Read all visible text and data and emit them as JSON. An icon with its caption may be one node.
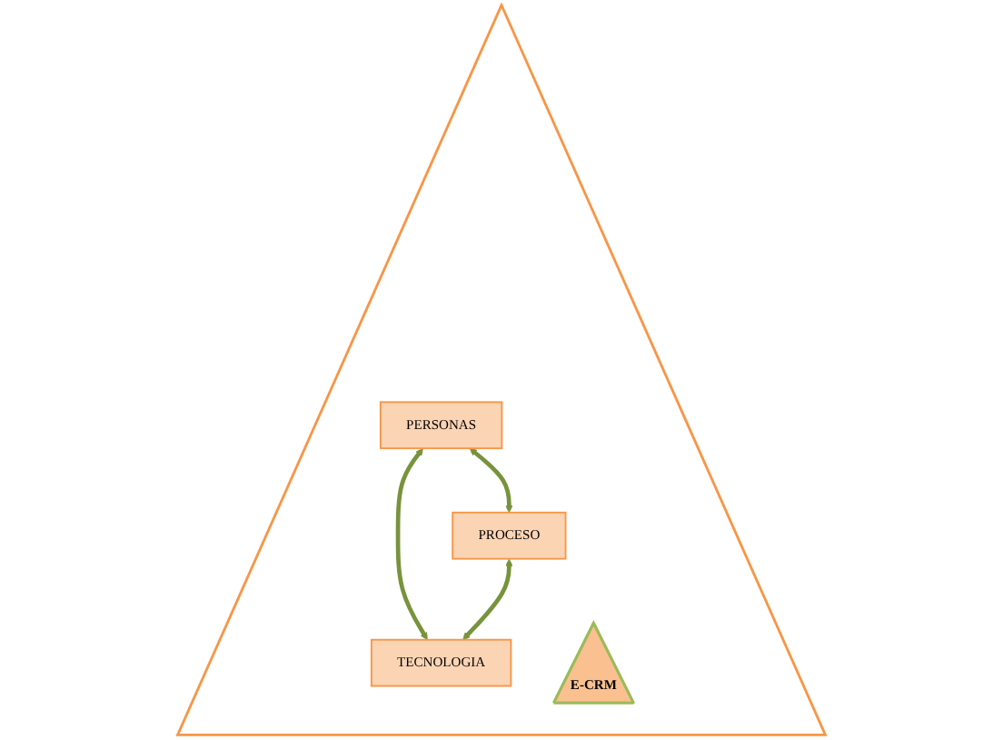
{
  "diagram": {
    "nodes": [
      {
        "text": [],
        "shape": "triangle"
      },
      {
        "text": [
          "PERSONAS"
        ],
        "in": 0
      },
      {
        "text": [
          "E-CRM"
        ],
        "in": 0
      },
      {
        "text": [
          "PROCESO"
        ],
        "in": 0
      },
      {
        "text": [
          "TECNOLOGIA"
        ],
        "in": 0
      }
    ],
    "edges": [
      {
        "from": 1,
        "to": 3,
        "arrow": "both"
      },
      {
        "from": 1,
        "to": 4,
        "arrow": "both"
      },
      {
        "from": 3,
        "to": 4,
        "arrow": "both"
      }
    ]
  }
}
